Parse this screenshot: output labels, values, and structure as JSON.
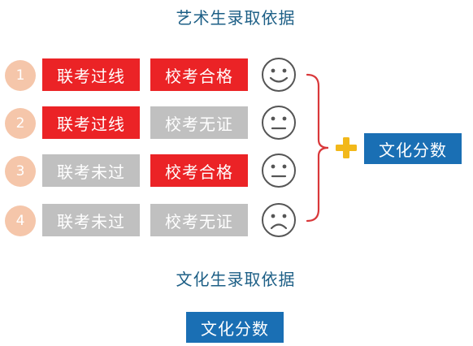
{
  "art_title": "艺术生录取依据",
  "culture_title": "文化生录取依据",
  "rows": [
    {
      "num": "1",
      "exam": "联考过线",
      "school": "校考合格",
      "exam_pass": true,
      "school_pass": true,
      "face": "smile-face-icon"
    },
    {
      "num": "2",
      "exam": "联考过线",
      "school": "校考无证",
      "exam_pass": true,
      "school_pass": false,
      "face": "neutral-face-icon"
    },
    {
      "num": "3",
      "exam": "联考未过",
      "school": "校考合格",
      "exam_pass": false,
      "school_pass": true,
      "face": "neutral-face-icon"
    },
    {
      "num": "4",
      "exam": "联考未过",
      "school": "校考无证",
      "exam_pass": false,
      "school_pass": false,
      "face": "sad-face-icon"
    }
  ],
  "plus_icon": "plus-icon",
  "culture_score_art": "文化分数",
  "culture_score_main": "文化分数",
  "colors": {
    "title": "#1d5f86",
    "pass": "#eb2326",
    "fail": "#c0c0c0",
    "number_circle": "#f5c6aa",
    "bracket": "#d9383a",
    "plus": "#f2b81a",
    "score_box": "#1a6fb4"
  }
}
